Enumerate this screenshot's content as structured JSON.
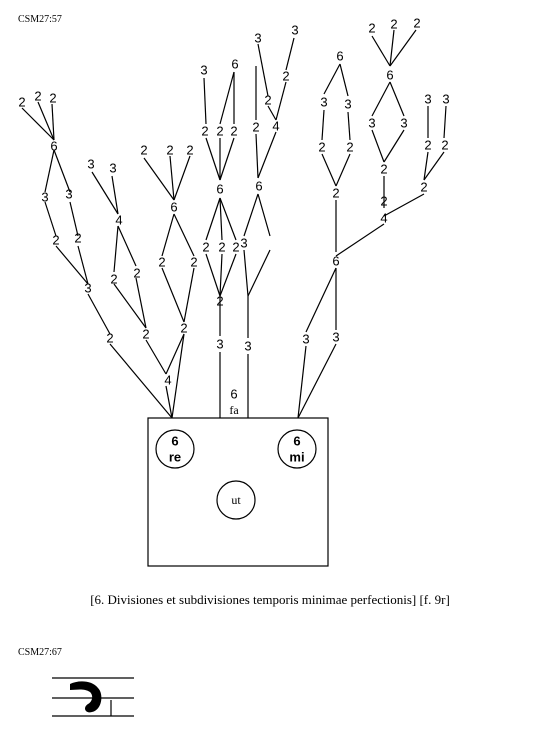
{
  "header_ref": "CSM27:57",
  "footer_ref": "CSM27:67",
  "caption": "[6. Divisiones et subdivisiones temporis minimae perfectionis] [f. 9r]",
  "box": {
    "fa": {
      "num": "6",
      "syl": "fa"
    },
    "re": {
      "num": "6",
      "syl": "re"
    },
    "mi": {
      "num": "6",
      "syl": "mi"
    },
    "ut": "ut"
  },
  "tree_labels": {
    "b1": [
      "2",
      "2",
      "2",
      "6",
      "3",
      "3",
      "2",
      "2",
      "3",
      "2"
    ],
    "b2": [
      "3",
      "3",
      "4",
      "2",
      "2",
      "2",
      "2",
      "4"
    ],
    "b3": [
      "2",
      "2",
      "2",
      "6",
      "2",
      "2",
      "2"
    ],
    "b4": [
      "3",
      "6",
      "2",
      "2",
      "2",
      "6",
      "2",
      "2",
      "2",
      "3"
    ],
    "b5": [
      "3",
      "3",
      "2",
      "2",
      "4",
      "2",
      "6",
      "3",
      "3"
    ],
    "b6": [
      "6",
      "3",
      "3",
      "2",
      "2",
      "2",
      "3",
      "3"
    ],
    "b7": [
      "2",
      "2",
      "2",
      "6",
      "3",
      "3",
      "2",
      "2",
      "3",
      "3",
      "2",
      "2",
      "2",
      "4",
      "6"
    ]
  }
}
